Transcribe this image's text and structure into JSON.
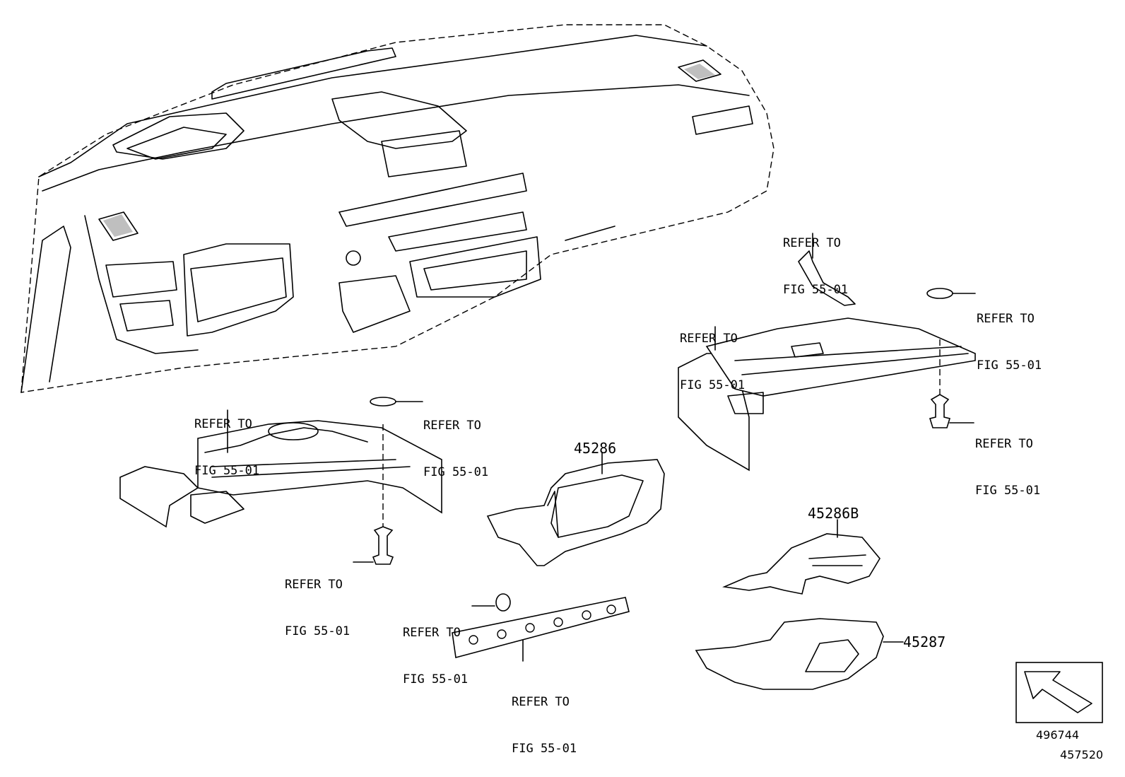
{
  "callouts": [
    {
      "line1": "REFER TO",
      "line2": "FIG 55-01"
    },
    {
      "line1": "REFER TO",
      "line2": "FIG 55-01"
    },
    {
      "line1": "REFER TO",
      "line2": "FIG 55-01"
    },
    {
      "line1": "REFER TO",
      "line2": "FIG 55-01"
    },
    {
      "line1": "REFER TO",
      "line2": "FIG 55-01"
    },
    {
      "line1": "REFER TO",
      "line2": "FIG 55-01"
    },
    {
      "line1": "REFER TO",
      "line2": "FIG 55-01"
    },
    {
      "line1": "REFER TO",
      "line2": "FIG 55-01"
    },
    {
      "line1": "REFER TO",
      "line2": "FIG 55-01"
    }
  ],
  "parts": {
    "p45286": "45286",
    "p45286B": "45286B",
    "p45287": "45287"
  },
  "figure_codes": {
    "code1": "496744",
    "code2": "457520"
  }
}
